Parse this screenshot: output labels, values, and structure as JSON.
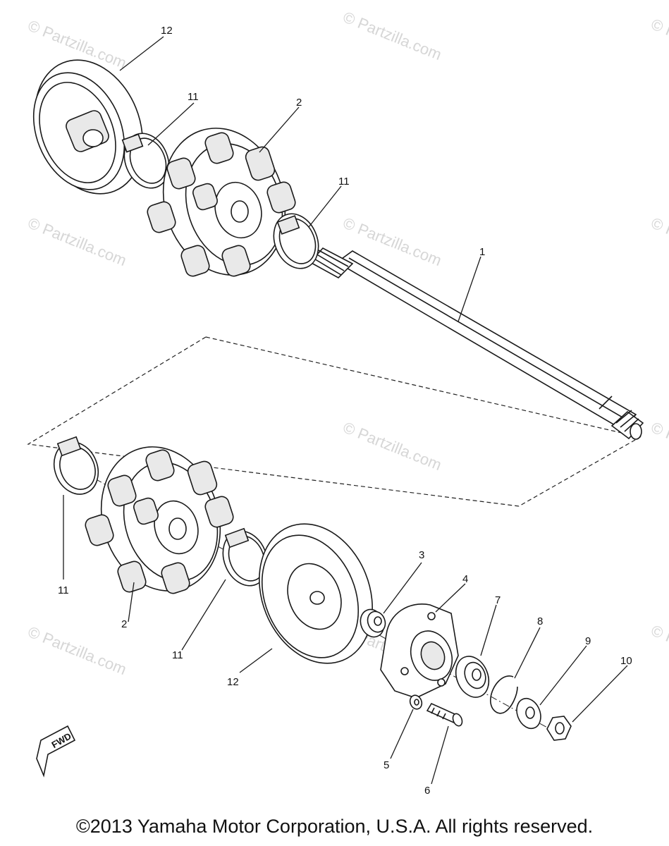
{
  "watermark": "© Partzilla.com",
  "fwd_label": "FWD",
  "copyright": "©2013 Yamaha Motor Corporation, U.S.A. All rights reserved.",
  "labels": {
    "p1": "1",
    "p2_top": "2",
    "p2_bot": "2",
    "p3": "3",
    "p4": "4",
    "p5": "5",
    "p6": "6",
    "p7": "7",
    "p8": "8",
    "p9": "9",
    "p10": "10",
    "p11_a": "11",
    "p11_b": "11",
    "p11_c": "11",
    "p11_d": "11",
    "p12_top": "12",
    "p12_bot": "12"
  }
}
